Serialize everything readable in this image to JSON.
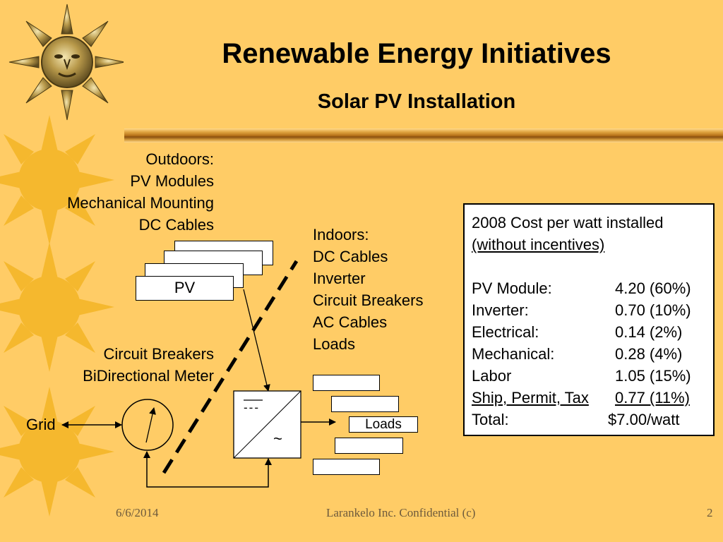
{
  "slide": {
    "title": "Renewable Energy Initiatives",
    "subtitle": "Solar PV Installation"
  },
  "diagram": {
    "outdoors": [
      "Outdoors:",
      "PV Modules",
      "Mechanical Mounting",
      "DC Cables"
    ],
    "indoors": [
      "Indoors:",
      "DC Cables",
      "Inverter",
      "Circuit Breakers",
      "AC Cables",
      "Loads"
    ],
    "breakers": [
      "Circuit Breakers",
      "BiDirectional Meter"
    ],
    "pv_label": "PV",
    "grid_label": "Grid",
    "loads_label": "Loads",
    "inverter_dc_symbol": "---",
    "inverter_ac_symbol": "~"
  },
  "cost": {
    "heading": "2008 Cost per watt installed",
    "subheading": "(without incentives)",
    "rows": [
      {
        "label": "PV Module:",
        "value": "4.20 (60%)"
      },
      {
        "label": "Inverter:",
        "value": "0.70 (10%)"
      },
      {
        "label": "Electrical:",
        "value": "0.14 (2%)"
      },
      {
        "label": "Mechanical:",
        "value": "0.28 (4%)"
      },
      {
        "label": "Labor",
        "value": "1.05 (15%)"
      },
      {
        "label": "Ship, Permit, Tax",
        "value": "0.77 (11%)"
      }
    ],
    "total_label": "Total:",
    "total_value": "$7.00/watt"
  },
  "footer": {
    "date": "6/6/2014",
    "company": "Larankelo Inc. Confidential (c)",
    "page": "2"
  },
  "colors": {
    "background": "#ffcc66",
    "sun_decoration": "#f5b82e",
    "rule": "#b8741a"
  }
}
